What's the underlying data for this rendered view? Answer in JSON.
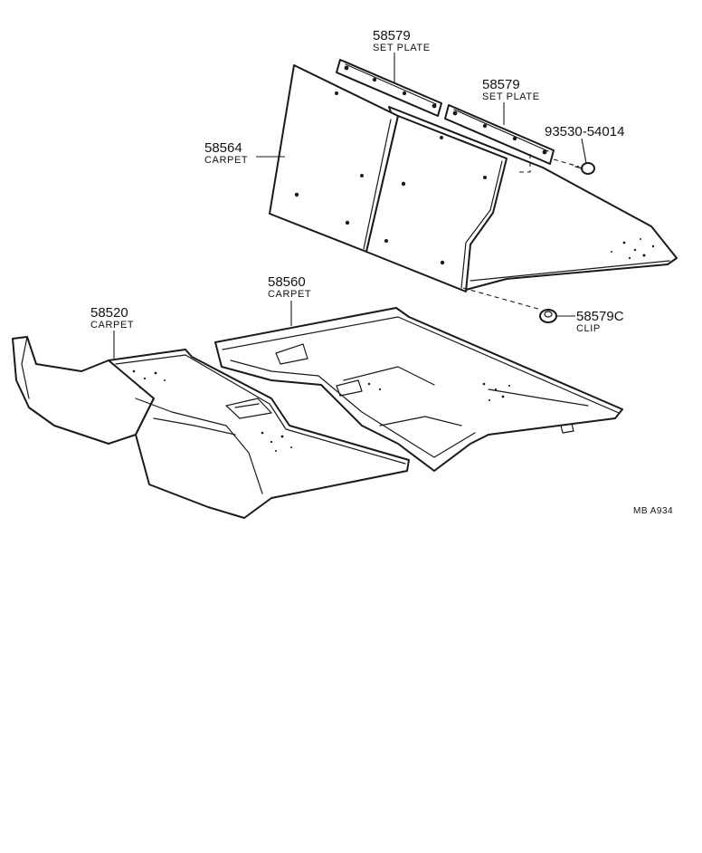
{
  "callouts": [
    {
      "id": "set-plate-left",
      "number": "58579",
      "description": "SET PLATE"
    },
    {
      "id": "set-plate-right",
      "number": "58579",
      "description": "SET PLATE"
    },
    {
      "id": "bolt",
      "number": "93530-54014",
      "description": ""
    },
    {
      "id": "carpet-rear",
      "number": "58564",
      "description": "CARPET"
    },
    {
      "id": "carpet-center",
      "number": "58560",
      "description": "CARPET"
    },
    {
      "id": "clip",
      "number": "58579C",
      "description": "CLIP"
    },
    {
      "id": "carpet-front",
      "number": "58520",
      "description": "CARPET"
    }
  ],
  "diagram_code": "MB  A934"
}
